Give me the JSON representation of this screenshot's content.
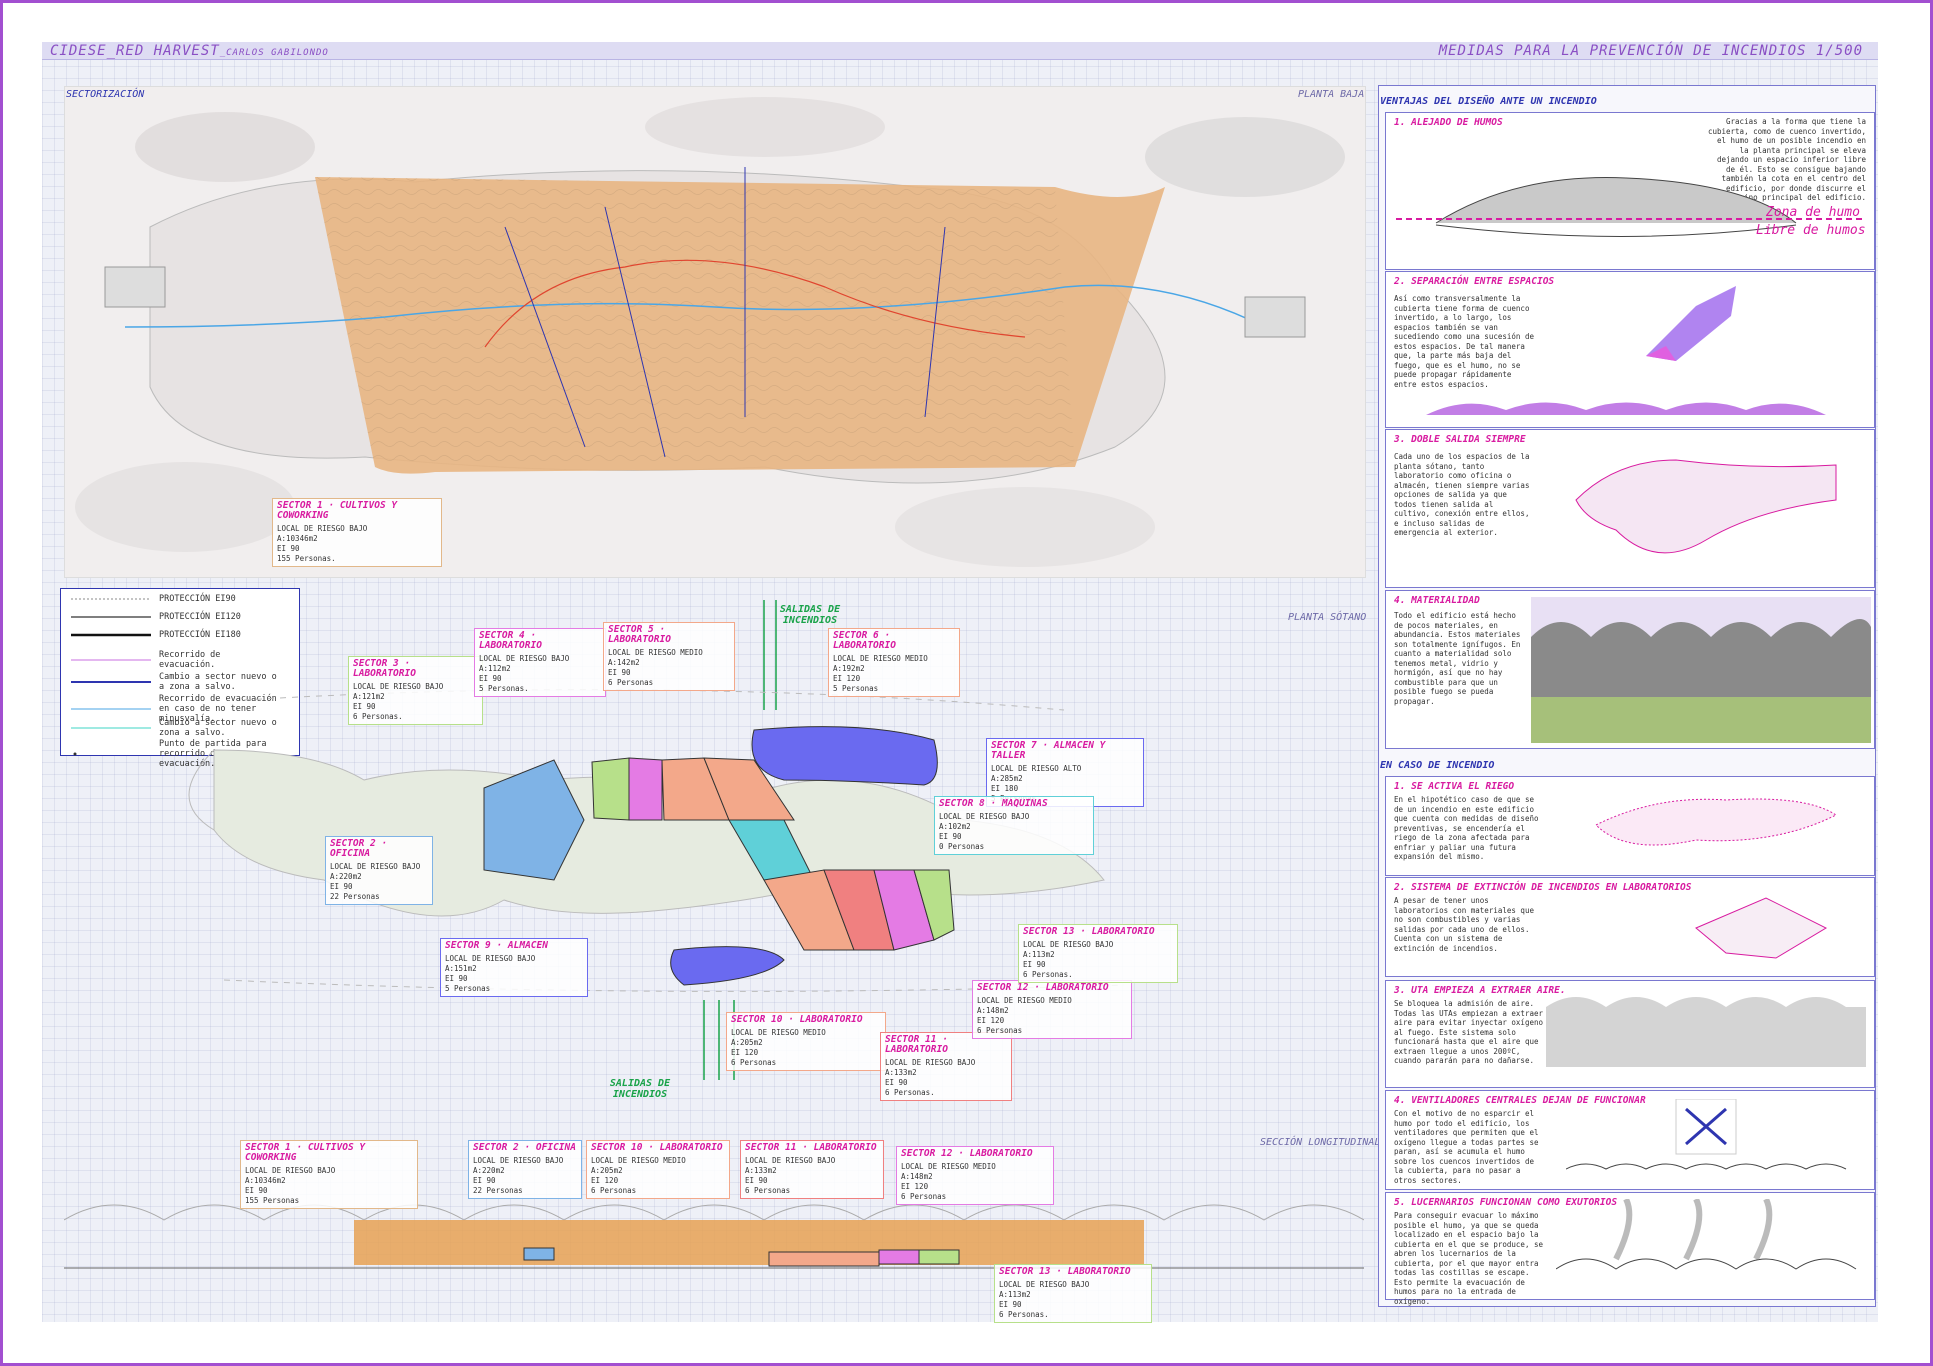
{
  "header": {
    "title_main": "CIDESE_RED HARVEST",
    "title_author": "_CARLOS GABILONDO",
    "title_right": "MEDIDAS PARA LA PREVENCIÓN DE INCENDIOS 1/500"
  },
  "plan_top": {
    "label_left": "SECTORIZACIÓN",
    "label_right": "PLANTA BAJA",
    "sector1": {
      "title": "SECTOR 1 · CULTIVOS Y COWORKING",
      "l1": "LOCAL DE RIESGO BAJO",
      "l2": "A:10346m2",
      "l3": "EI 90",
      "l4": "155 Personas."
    }
  },
  "plan_bottom": {
    "label_right": "PLANTA SÓTANO",
    "exits_top": "SALIDAS DE INCENDIOS",
    "exits_bottom": "SALIDAS DE INCENDIOS",
    "sectors": {
      "s2": {
        "title": "SECTOR 2 · OFICINA",
        "l1": "LOCAL DE RIESGO BAJO",
        "l2": "A:220m2",
        "l3": "EI 90",
        "l4": "22 Personas"
      },
      "s3": {
        "title": "SECTOR 3 · LABORATORIO",
        "l1": "LOCAL DE RIESGO BAJO",
        "l2": "A:121m2",
        "l3": "EI 90",
        "l4": "6 Personas."
      },
      "s4": {
        "title": "SECTOR 4 · LABORATORIO",
        "l1": "LOCAL DE RIESGO BAJO",
        "l2": "A:112m2",
        "l3": "EI 90",
        "l4": "5 Personas."
      },
      "s5": {
        "title": "SECTOR 5 · LABORATORIO",
        "l1": "LOCAL DE RIESGO MEDIO",
        "l2": "A:142m2",
        "l3": "EI 90",
        "l4": "6 Personas"
      },
      "s6": {
        "title": "SECTOR 6 · LABORATORIO",
        "l1": "LOCAL DE RIESGO MEDIO",
        "l2": "A:192m2",
        "l3": "EI 120",
        "l4": "5 Personas"
      },
      "s7": {
        "title": "SECTOR 7 · ALMACEN Y TALLER",
        "l1": "LOCAL DE RIESGO ALTO",
        "l2": "A:285m2",
        "l3": "EI 180",
        "l4": "5 Personas."
      },
      "s8": {
        "title": "SECTOR 8 · MAQUINAS",
        "l1": "LOCAL DE RIESGO BAJO",
        "l2": "A:102m2",
        "l3": "EI 90",
        "l4": "0 Personas"
      },
      "s9": {
        "title": "SECTOR 9 · ALMACEN",
        "l1": "LOCAL DE RIESGO BAJO",
        "l2": "A:151m2",
        "l3": "EI 90",
        "l4": "5 Personas"
      },
      "s10": {
        "title": "SECTOR 10 · LABORATORIO",
        "l1": "LOCAL DE RIESGO MEDIO",
        "l2": "A:205m2",
        "l3": "EI 120",
        "l4": "6 Personas"
      },
      "s11": {
        "title": "SECTOR 11 · LABORATORIO",
        "l1": "LOCAL DE RIESGO BAJO",
        "l2": "A:133m2",
        "l3": "EI 90",
        "l4": "6 Personas."
      },
      "s12": {
        "title": "SECTOR 12 · LABORATORIO",
        "l1": "LOCAL DE RIESGO MEDIO",
        "l2": "A:148m2",
        "l3": "EI 120",
        "l4": "6 Personas"
      },
      "s13": {
        "title": "SECTOR 13 · LABORATORIO",
        "l1": "LOCAL DE RIESGO BAJO",
        "l2": "A:113m2",
        "l3": "EI 90",
        "l4": "6 Personas."
      }
    }
  },
  "legend": {
    "r1": "PROTECCIÓN EI90",
    "r2": "PROTECCIÓN EI120",
    "r3": "PROTECCIÓN EI180",
    "r4": "Recorrido de evacuación.",
    "r5": "Cambio a sector nuevo o a zona a salvo.",
    "r6": "Recorrido de evacuación en caso de no tener minusvalía.",
    "r7": "Cambio a sector nuevo o zona a salvo.",
    "r8": "Punto de partida para recorrido de evacuación."
  },
  "section": {
    "label": "SECCIÓN LONGITUDINAL",
    "s1": {
      "title": "SECTOR 1 · CULTIVOS Y COWORKING",
      "l1": "LOCAL DE RIESGO BAJO",
      "l2": "A:10346m2",
      "l3": "EI 90",
      "l4": "155 Personas"
    },
    "s2": {
      "title": "SECTOR 2 · OFICINA",
      "l1": "LOCAL DE RIESGO BAJO",
      "l2": "A:220m2",
      "l3": "EI 90",
      "l4": "22 Personas"
    },
    "s10": {
      "title": "SECTOR 10 · LABORATORIO",
      "l1": "LOCAL DE RIESGO MEDIO",
      "l2": "A:205m2",
      "l3": "EI 120",
      "l4": "6 Personas"
    },
    "s11": {
      "title": "SECTOR 11 · LABORATORIO",
      "l1": "LOCAL DE RIESGO BAJO",
      "l2": "A:133m2",
      "l3": "EI 90",
      "l4": "6 Personas"
    },
    "s12": {
      "title": "SECTOR 12 · LABORATORIO",
      "l1": "LOCAL DE RIESGO MEDIO",
      "l2": "A:148m2",
      "l3": "EI 120",
      "l4": "6 Personas"
    },
    "s13": {
      "title": "SECTOR 13 · LABORATORIO",
      "l1": "LOCAL DE RIESGO BAJO",
      "l2": "A:113m2",
      "l3": "EI 90",
      "l4": "6 Personas."
    }
  },
  "right": {
    "head1": "VENTAJAS DEL DISEÑO ANTE UN INCENDIO",
    "p1": {
      "title": "1. ALEJADO DE HUMOS",
      "text": "Gracias a la forma que tiene la cubierta, como de cuenco invertido, el humo de un posible incendio en la planta principal se eleva dejando un espacio inferior libre de él. Esto se consigue bajando también la cota en el centro del edificio, por donde discurre el camino principal del edificio.",
      "zona": "Zona de humo",
      "libre": "Libre de humos"
    },
    "p2": {
      "title": "2. SEPARACIÓN ENTRE ESPACIOS",
      "text": "Así como transversalmente la cubierta tiene forma de cuenco invertido, a lo largo, los espacios también se van sucediendo como una sucesión de estos espacios. De tal manera que, la parte más baja del fuego, que es el humo, no se puede propagar rápidamente entre estos espacios."
    },
    "p3": {
      "title": "3. DOBLE SALIDA SIEMPRE",
      "text": "Cada uno de los espacios de la planta sótano, tanto laboratorio como oficina o almacén, tienen siempre varias opciones de salida ya que todos tienen salida al cultivo, conexión entre ellos, e incluso salidas de emergencia al exterior."
    },
    "p4": {
      "title": "4. MATERIALIDAD",
      "text": "Todo el edificio está hecho de pocos materiales, en abundancia. Estos materiales son totalmente ignífugos. En cuanto a materialidad solo tenemos metal, vidrio y hormigón, así que no hay combustible para que un posible fuego se pueda propagar."
    },
    "head2": "EN CASO DE INCENDIO",
    "q1": {
      "title": "1. SE ACTIVA EL RIEGO",
      "text": "En el hipotético caso de que se de un incendio en este edificio que cuenta con medidas de diseño preventivas, se encendería el riego de la zona afectada para enfriar y paliar una futura expansión del mismo."
    },
    "q2": {
      "title": "2. SISTEMA DE EXTINCIÓN DE INCENDIOS EN LABORATORIOS",
      "text": "A pesar de tener unos laboratorios con materiales que no son combustibles y varias salidas por cada uno de ellos. Cuenta con un sistema de extinción de incendios."
    },
    "q3": {
      "title": "3. UTA EMPIEZA A EXTRAER AIRE.",
      "text": "Se bloquea la admisión de aire. Todas las UTAs empiezan a extraer aire para evitar inyectar oxígeno al fuego. Este sistema solo funcionará hasta que el aire que extraen llegue a unos 200ºC, cuando pararán para no dañarse."
    },
    "q4": {
      "title": "4. VENTILADORES CENTRALES DEJAN DE FUNCIONAR",
      "text": "Con el motivo de no esparcir el humo por todo el edificio, los ventiladores que permiten que el oxígeno llegue a todas partes se paran, así se acumula el humo sobre los cuencos invertidos de la cubierta, para no pasar a otros sectores."
    },
    "q5": {
      "title": "5. LUCERNARIOS FUNCIONAN COMO EXUTORIOS",
      "text": "Para conseguir evacuar lo máximo posible el humo, ya que se queda localizado en el espacio bajo la cubierta en el que se produce, se abren los lucernarios de la cubierta, por el que mayor entra todas las costillas se escape. Esto permite la evacuación de humos para no la entrada de oxígeno."
    }
  },
  "colors": {
    "accent": "#d81ba0",
    "frame": "#a24fd0",
    "blue": "#2e35b0",
    "orange": "#e7b27f",
    "green": "#1aa34a"
  }
}
